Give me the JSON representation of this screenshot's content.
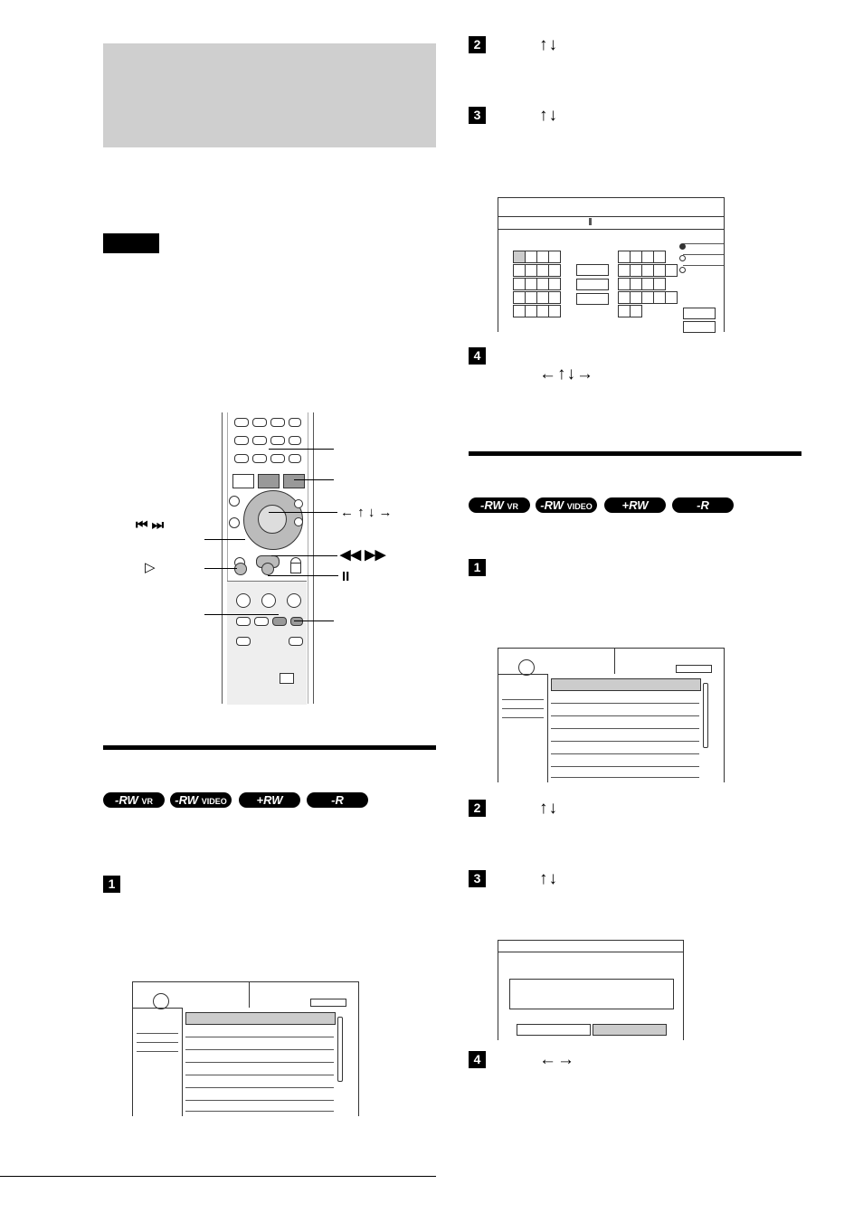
{
  "icons": {
    "up_down": "↑↓",
    "four_way": "←↑↓→",
    "left_right": "←→"
  },
  "steps": {
    "s1": "1",
    "s2": "2",
    "s3": "3",
    "s4": "4"
  },
  "disc_badges": [
    {
      "main": "-RW",
      "sub": "VR"
    },
    {
      "main": "-RW",
      "sub": "VIDEO"
    },
    {
      "main": "+RW",
      "sub": ""
    },
    {
      "main": "-R",
      "sub": ""
    }
  ],
  "remote_labels": {
    "prev_next": "⏮ ⏭",
    "play": "▷",
    "arrows": "← ↑ ↓ →",
    "rew_ff": "◀◀ ▶▶",
    "pause": "II"
  }
}
